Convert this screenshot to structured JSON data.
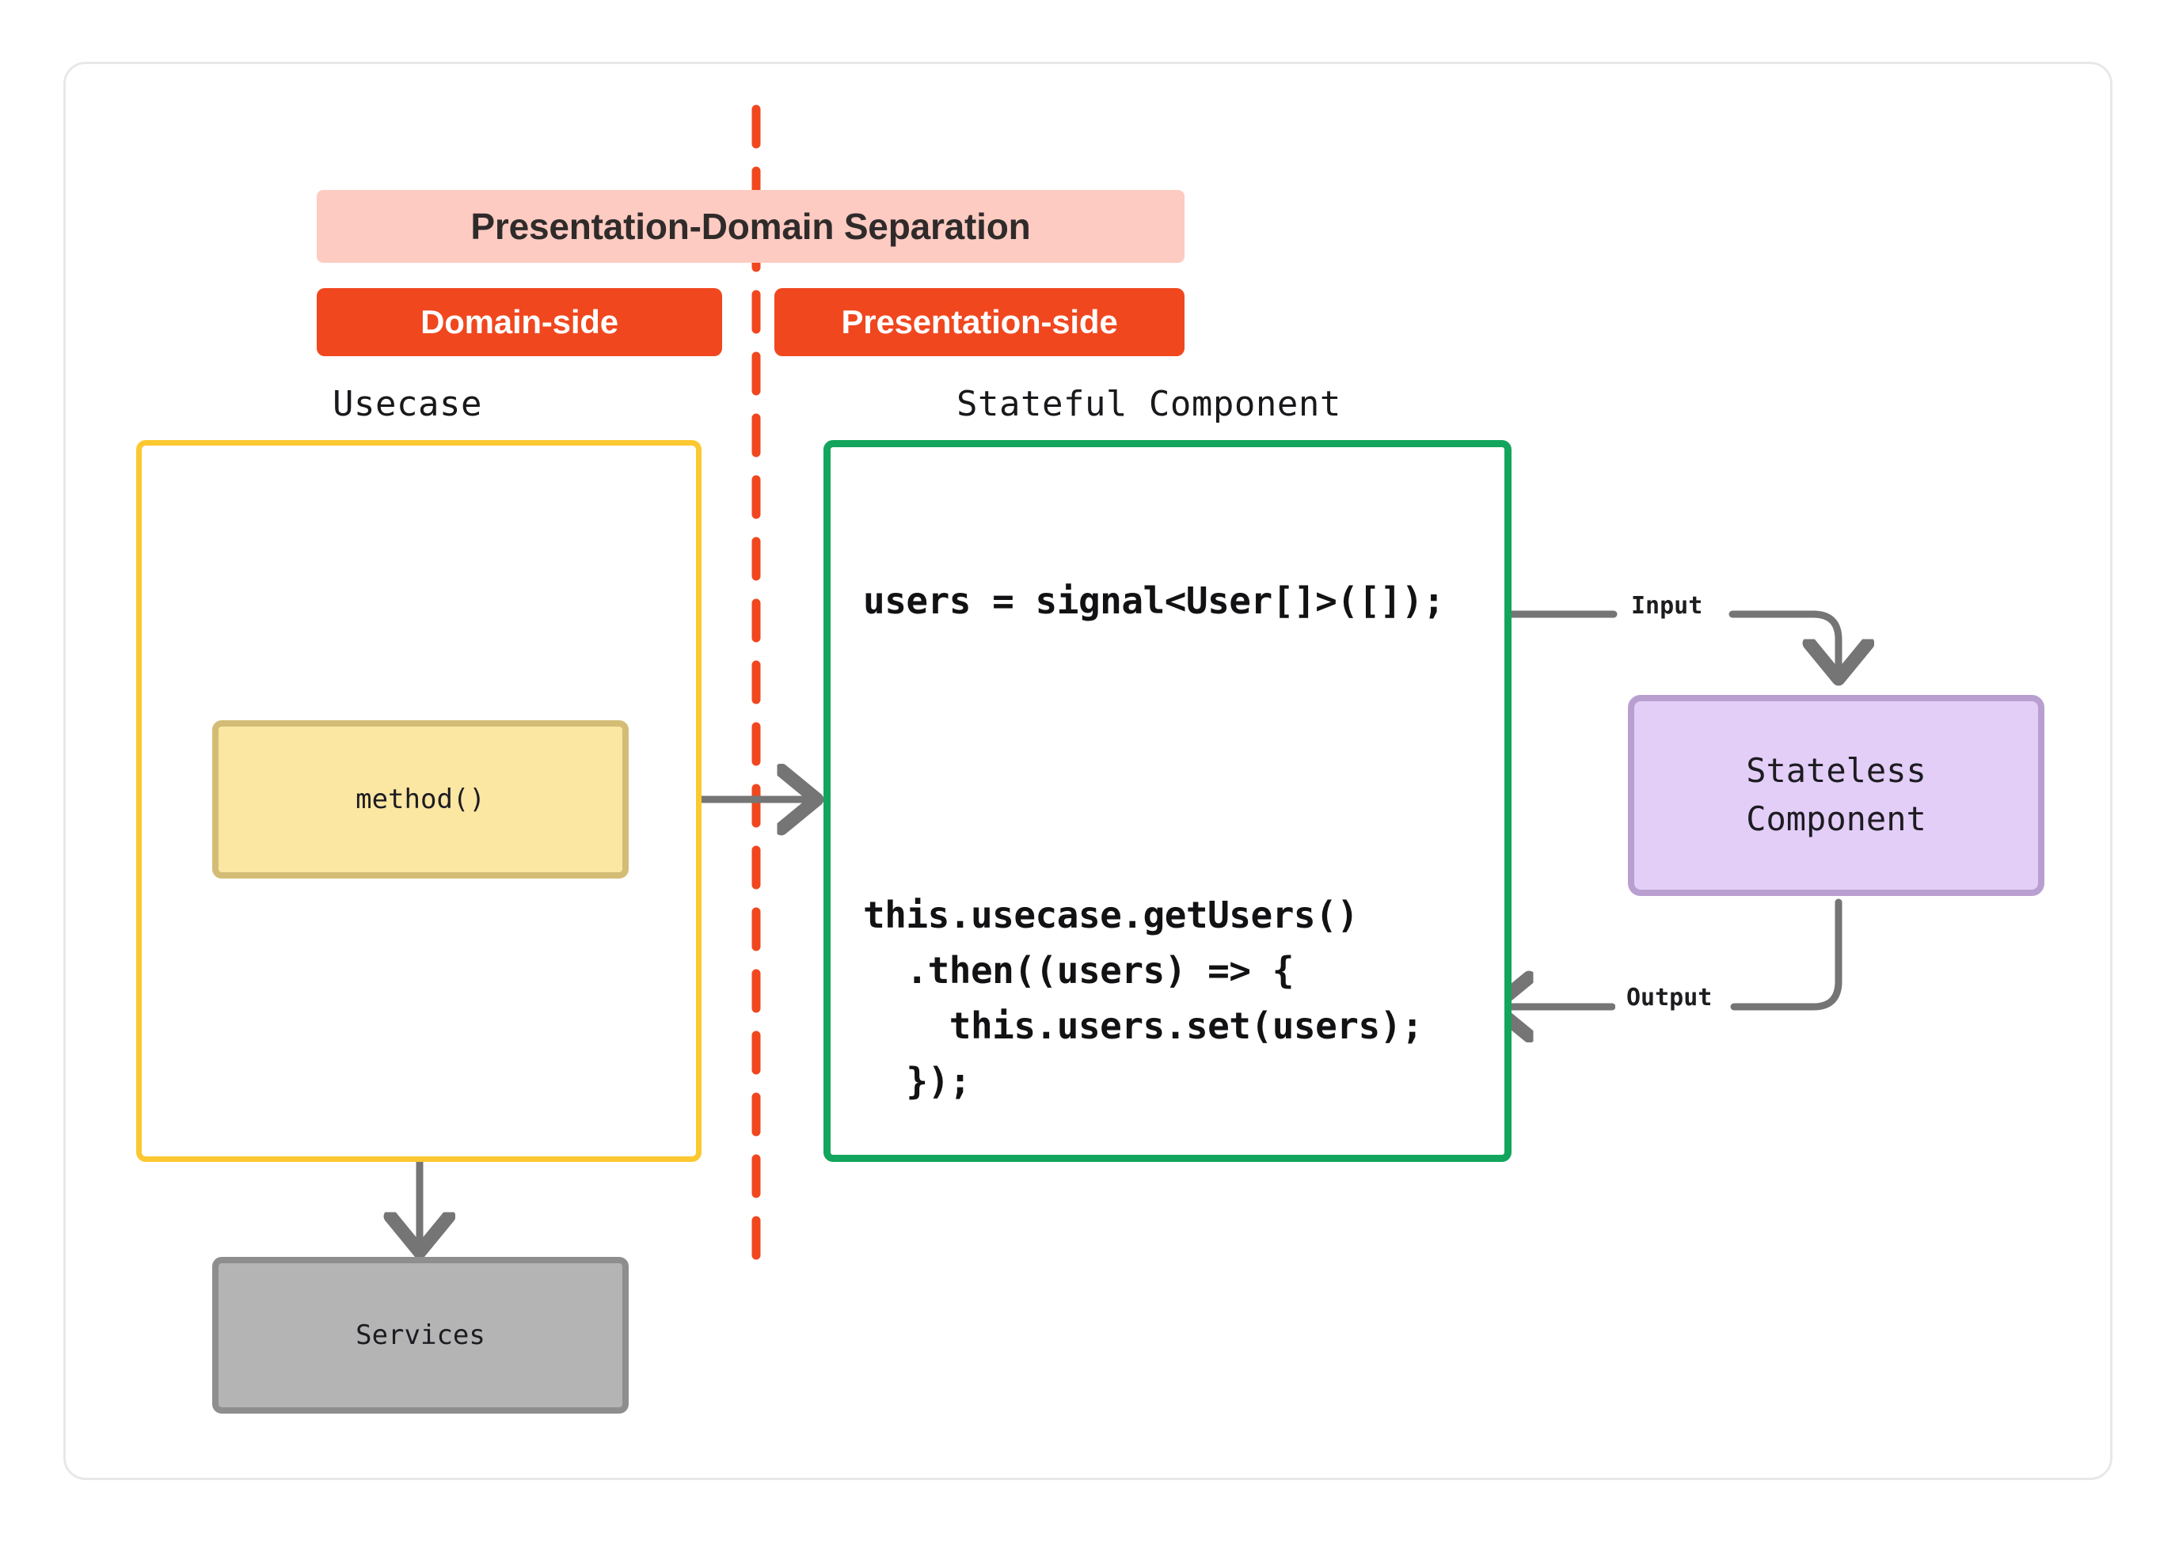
{
  "diagram": {
    "title_banner": "Presentation-Domain Separation",
    "sides": {
      "domain": "Domain-side",
      "presentation": "Presentation-side"
    },
    "captions": {
      "usecase": "Usecase",
      "stateful": "Stateful Component"
    },
    "nodes": {
      "method": "method()",
      "services": "Services",
      "stateless_line1": "Stateless",
      "stateless_line2": "Component"
    },
    "code": {
      "signal_line": "users = signal<User[]>([]);",
      "body": "this.usecase.getUsers()\n  .then((users) => {\n    this.users.set(users);\n  });"
    },
    "io": {
      "input": "Input",
      "output": "Output"
    },
    "colors": {
      "banner_bg": "#fdcbc2",
      "pill_bg": "#f0471f",
      "divider": "#f0471f",
      "usecase_border": "#fcc831",
      "stateful_border": "#13a55d",
      "method_fill": "#fbe6a2",
      "method_border": "#d3bd76",
      "services_fill": "#b4b4b4",
      "services_border": "#8e8e8e",
      "stateless_fill": "#e3cef8",
      "stateless_border": "#b99fd0",
      "wire": "#757575",
      "card_border": "#e8e8e8"
    }
  }
}
